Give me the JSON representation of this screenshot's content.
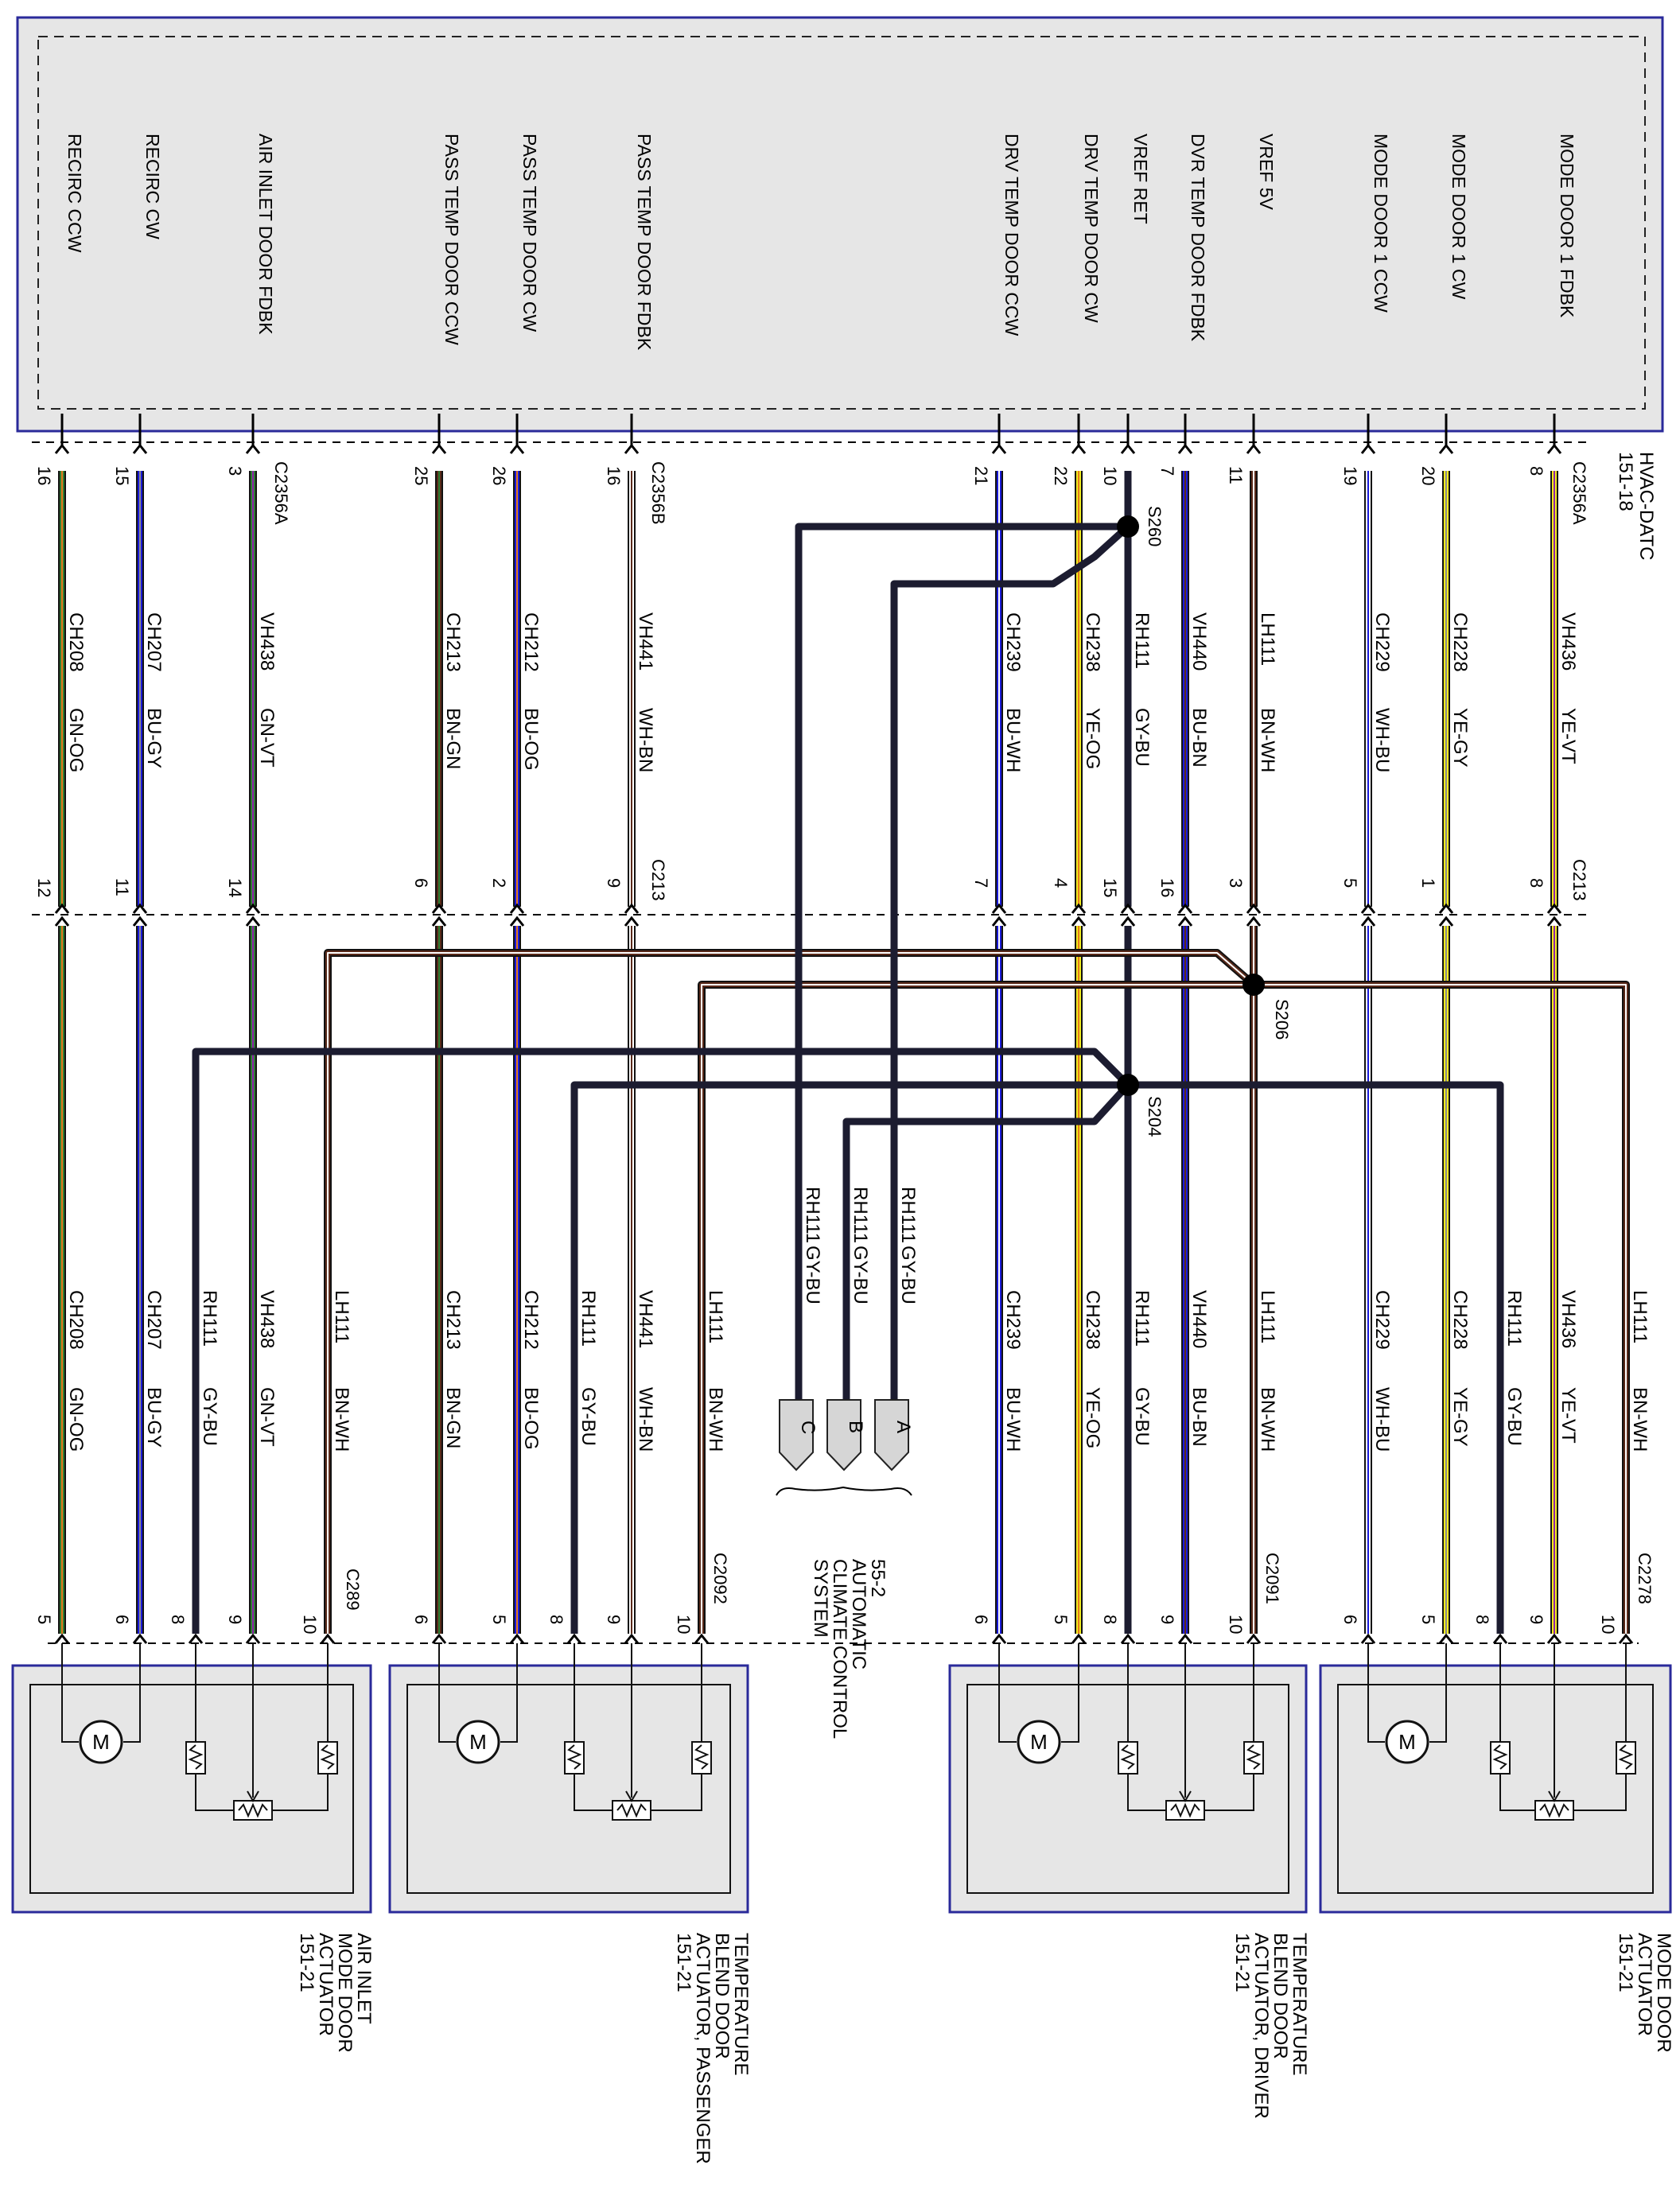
{
  "hvac_module": {
    "name": "HVAC-DATC",
    "ref": "151-18",
    "connectors": [
      "C2356A",
      "C2356B"
    ],
    "signals": [
      {
        "label": "RECIRC CCW",
        "pin": "16"
      },
      {
        "label": "RECIRC CW",
        "pin": "15"
      },
      {
        "label": "AIR INLET DOOR FDBK",
        "pin": "3"
      },
      {
        "label": "PASS TEMP DOOR CCW",
        "pin": "25"
      },
      {
        "label": "PASS TEMP DOOR CW",
        "pin": "26"
      },
      {
        "label": "PASS TEMP DOOR FDBK",
        "pin": "16"
      },
      {
        "label": "DRV TEMP DOOR CCW",
        "pin": "21"
      },
      {
        "label": "DRV TEMP DOOR CW",
        "pin": "22"
      },
      {
        "label": "VREF RET",
        "pin": "10"
      },
      {
        "label": "DVR TEMP DOOR FDBK",
        "pin": "7"
      },
      {
        "label": "VREF 5V",
        "pin": "11"
      },
      {
        "label": "MODE DOOR 1 CCW",
        "pin": "19"
      },
      {
        "label": "MODE DOOR 1 CW",
        "pin": "20"
      },
      {
        "label": "MODE DOOR 1 FDBK",
        "pin": "8"
      }
    ]
  },
  "upper_wires": [
    {
      "circuit": "CH208",
      "color": "GN-OG",
      "c213_pin": "12"
    },
    {
      "circuit": "CH207",
      "color": "BU-GY",
      "c213_pin": "11"
    },
    {
      "circuit": "VH438",
      "color": "GN-VT",
      "c213_pin": "14"
    },
    {
      "circuit": "CH213",
      "color": "BN-GN",
      "c213_pin": "6"
    },
    {
      "circuit": "CH212",
      "color": "BU-OG",
      "c213_pin": "2"
    },
    {
      "circuit": "VH441",
      "color": "WH-BN",
      "c213_pin": "9"
    },
    {
      "circuit": "CH239",
      "color": "BU-WH",
      "c213_pin": "7"
    },
    {
      "circuit": "CH238",
      "color": "YE-OG",
      "c213_pin": "4"
    },
    {
      "circuit": "RH111",
      "color": "GY-BU",
      "c213_pin": "15"
    },
    {
      "circuit": "VH440",
      "color": "BU-BN",
      "c213_pin": "16"
    },
    {
      "circuit": "LH111",
      "color": "BN-WH",
      "c213_pin": "3"
    },
    {
      "circuit": "CH229",
      "color": "WH-BU",
      "c213_pin": "5"
    },
    {
      "circuit": "CH228",
      "color": "YE-GY",
      "c213_pin": "1"
    },
    {
      "circuit": "VH436",
      "color": "YE-VT",
      "c213_pin": "8"
    }
  ],
  "lower_wires": [
    {
      "circuit": "CH208",
      "color": "GN-OG",
      "pin": "5"
    },
    {
      "circuit": "CH207",
      "color": "BU-GY",
      "pin": "6"
    },
    {
      "circuit": "RH111",
      "color": "GY-BU",
      "pin": "8"
    },
    {
      "circuit": "VH438",
      "color": "GN-VT",
      "pin": "9"
    },
    {
      "circuit": "LH111",
      "color": "BN-WH",
      "pin": "10"
    },
    {
      "circuit": "CH213",
      "color": "BN-GN",
      "pin": "6"
    },
    {
      "circuit": "CH212",
      "color": "BU-OG",
      "pin": "5"
    },
    {
      "circuit": "RH111",
      "color": "GY-BU",
      "pin": "8"
    },
    {
      "circuit": "VH441",
      "color": "WH-BN",
      "pin": "9"
    },
    {
      "circuit": "LH111",
      "color": "BN-WH",
      "pin": "10"
    },
    {
      "circuit": "RH111",
      "color": "GY-BU",
      "pin": ""
    },
    {
      "circuit": "RH111",
      "color": "GY-BU",
      "pin": ""
    },
    {
      "circuit": "RH111",
      "color": "GY-BU",
      "pin": ""
    },
    {
      "circuit": "CH239",
      "color": "BU-WH",
      "pin": "6"
    },
    {
      "circuit": "CH238",
      "color": "YE-OG",
      "pin": "5"
    },
    {
      "circuit": "RH111",
      "color": "GY-BU",
      "pin": "8"
    },
    {
      "circuit": "VH440",
      "color": "BU-BN",
      "pin": "9"
    },
    {
      "circuit": "LH111",
      "color": "BN-WH",
      "pin": "10"
    },
    {
      "circuit": "CH229",
      "color": "WH-BU",
      "pin": "6"
    },
    {
      "circuit": "CH228",
      "color": "YE-GY",
      "pin": "5"
    },
    {
      "circuit": "RH111",
      "color": "GY-BU",
      "pin": "8"
    },
    {
      "circuit": "VH436",
      "color": "YE-VT",
      "pin": "9"
    },
    {
      "circuit": "LH111",
      "color": "BN-WH",
      "pin": "10"
    }
  ],
  "connectors": {
    "inline": "C213",
    "actuator": [
      "C289",
      "C2092",
      "C2091",
      "C2278"
    ]
  },
  "splices": [
    "S260",
    "S206",
    "S204"
  ],
  "climate_pins": [
    "A",
    "B",
    "C"
  ],
  "climate_system": [
    "55-2",
    "AUTOMATIC",
    "CLIMATE CONTROL",
    "SYSTEM"
  ],
  "actuators": [
    {
      "lines": [
        "AIR INLET",
        "MODE DOOR",
        "ACTUATOR",
        "151-21"
      ]
    },
    {
      "lines": [
        "TEMPERATURE",
        "BLEND DOOR",
        "ACTUATOR, PASSENGER",
        "151-21"
      ]
    },
    {
      "lines": [
        "TEMPERATURE",
        "BLEND DOOR",
        "ACTUATOR, DRIVER",
        "151-21"
      ]
    },
    {
      "lines": [
        "MODE DOOR",
        "ACTUATOR",
        "151-21"
      ]
    }
  ],
  "motor_symbol": "M",
  "wire_colors": {
    "GN": "#2e7d32",
    "OG": "#e57a1c",
    "BU": "#1a1adb",
    "GY": "#8c8c8c",
    "VT": "#8e24aa",
    "BN": "#5a2a1a",
    "WH": "#ffffff",
    "YE": "#f2ec1e"
  },
  "colors": {
    "module_fill": "#e6e6e6",
    "module_border": "#2a2a9a",
    "dark_wire": "#1c1c30"
  }
}
